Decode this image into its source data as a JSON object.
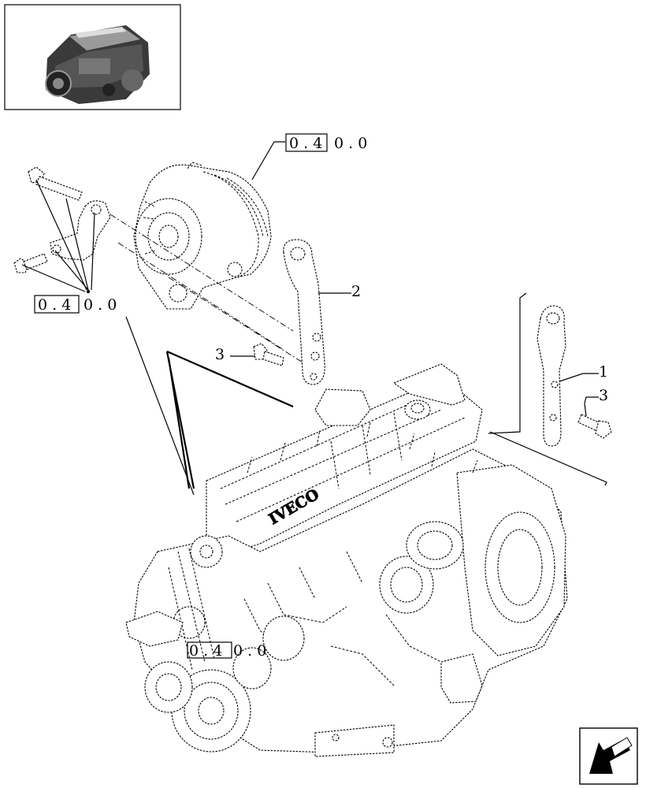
{
  "refs": {
    "alternator_ref": {
      "boxed": "0 . 4",
      "rest": "0 . 0"
    },
    "bracket_ref": {
      "boxed": "0 . 4",
      "rest": "0 . 0"
    },
    "pulley_ref": {
      "boxed": "0 . 4",
      "rest": "0 . 0"
    }
  },
  "callouts": {
    "item_1": "1",
    "item_2": "2",
    "item_3_left": "3",
    "item_3_right": "3"
  },
  "engine_logo": "IVECO",
  "icons": {
    "thumbnail": "engine-thumbnail-image",
    "navigation": "next-page-arrow-icon"
  }
}
